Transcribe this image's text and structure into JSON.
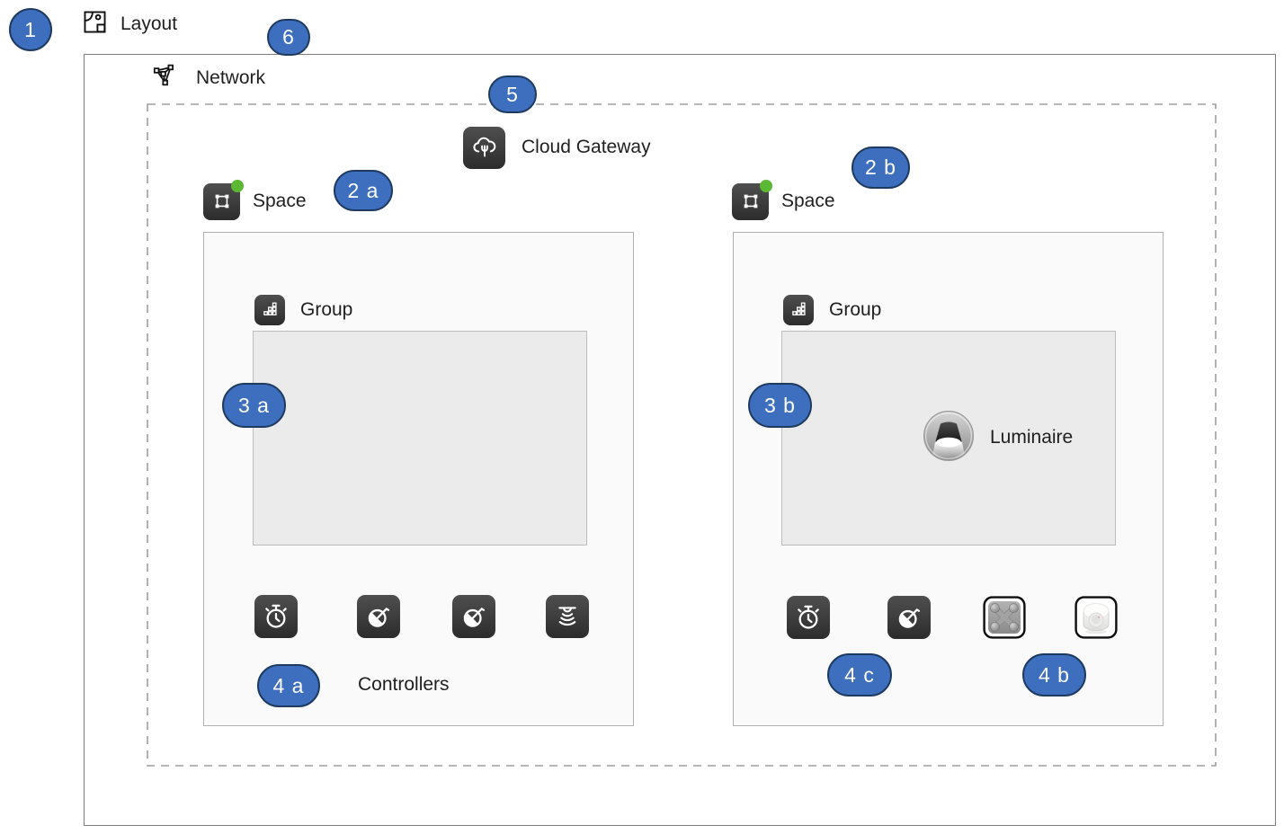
{
  "header": {
    "layout_label": "Layout"
  },
  "network": {
    "label": "Network",
    "cloud_gateway_label": "Cloud Gateway",
    "spaces": [
      {
        "label": "Space",
        "group_label": "Group",
        "footer_label": "Controllers",
        "devices": [
          "timer-controller-icon",
          "rotary-dimmer-icon",
          "rotary-dimmer-icon",
          "presence-sensor-icon"
        ]
      },
      {
        "label": "Space",
        "group_label": "Group",
        "luminaire_label": "Luminaire",
        "devices": [
          "timer-controller-icon",
          "rotary-dimmer-icon",
          "xpress-wall-switch",
          "ceiling-motion-sensor"
        ]
      }
    ]
  },
  "callouts": {
    "c1": "1",
    "c2a": "2 a",
    "c2b": "2 b",
    "c3a": "3 a",
    "c3b": "3 b",
    "c4a": "4 a",
    "c4b": "4 b",
    "c4c": "4 c",
    "c5": "5",
    "c6": "6"
  },
  "colors": {
    "callout_fill": "#3e6fbf",
    "callout_border": "#1e3a5f",
    "status_green": "#5cb832",
    "group_area_fill": "#ebebeb",
    "icon_gradient_top": "#4f4f4f",
    "icon_gradient_bottom": "#2c2c2c"
  }
}
